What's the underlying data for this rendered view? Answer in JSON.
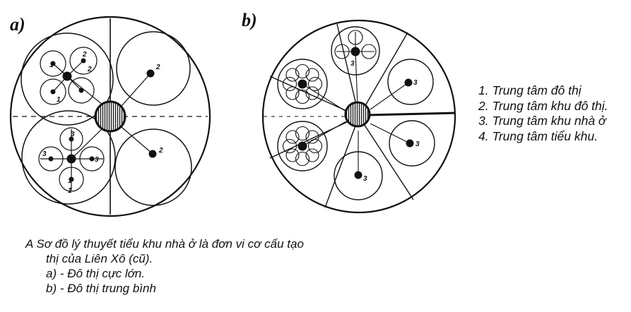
{
  "panels": [
    {
      "label": "a)"
    },
    {
      "label": "b)"
    }
  ],
  "legend": [
    "1. Trung tâm đô thị",
    "2. Trung tâm khu đô thị.",
    "3. Trung tâm khu nhà ở",
    "4. Trung tâm tiểu khu."
  ],
  "caption": {
    "line1": "A  Sơ đồ lý thuyết tiểu khu nhà ở là đơn vi cơ cấu tạo",
    "line2": "thị của Liên Xô (cũ).",
    "item_a": "a) - Đô thị cực lớn.",
    "item_b": "b) - Đô thị trung bình"
  },
  "diagram_marks": {
    "panel_a": {
      "top_left": [
        "1",
        "2",
        "2",
        "1"
      ],
      "bottom_left": [
        "3",
        "3",
        "3",
        "1",
        "1"
      ],
      "right": [
        "2",
        "2"
      ]
    },
    "panel_b": [
      "3",
      "3",
      "3",
      "3"
    ]
  }
}
